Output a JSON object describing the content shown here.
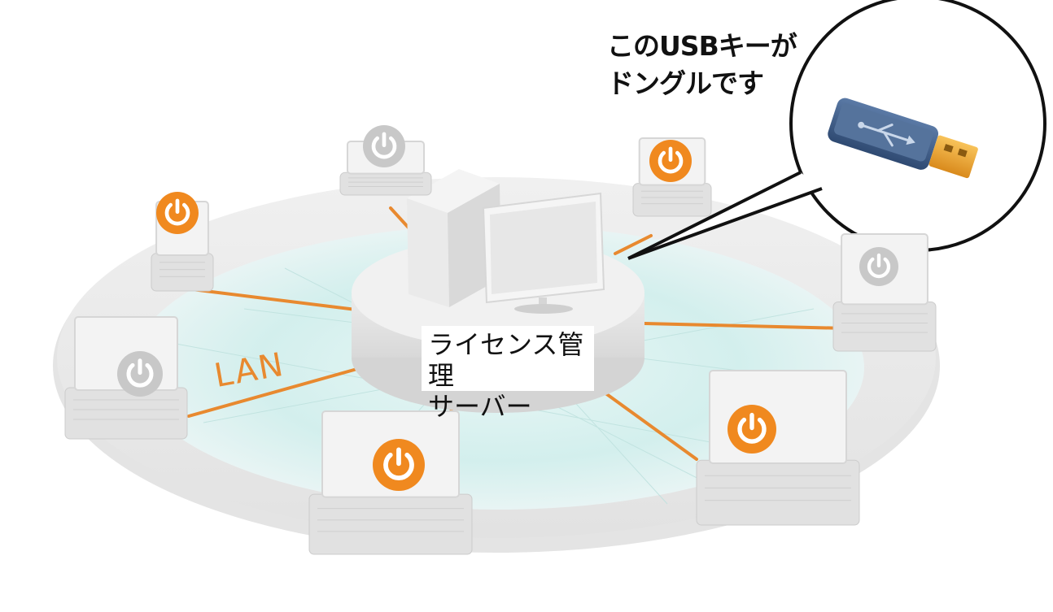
{
  "callout": {
    "line1": "このUSBキーが",
    "line2": "ドングルです"
  },
  "server": {
    "line1": "ライセンス管理",
    "line2": "サーバー"
  },
  "network": {
    "label": "LAN"
  },
  "icons": {
    "power": "power-icon",
    "usb": "usb-icon"
  },
  "colors": {
    "accent": "#f0891f",
    "inactive": "#c8c8c8",
    "usb_body": "#3d5b86"
  },
  "clients": [
    {
      "name": "top-left",
      "state": "inactive"
    },
    {
      "name": "upper-left",
      "state": "active"
    },
    {
      "name": "left",
      "state": "inactive"
    },
    {
      "name": "bottom",
      "state": "active"
    },
    {
      "name": "bottom-right",
      "state": "active"
    },
    {
      "name": "right",
      "state": "inactive"
    },
    {
      "name": "top-right",
      "state": "active"
    }
  ]
}
